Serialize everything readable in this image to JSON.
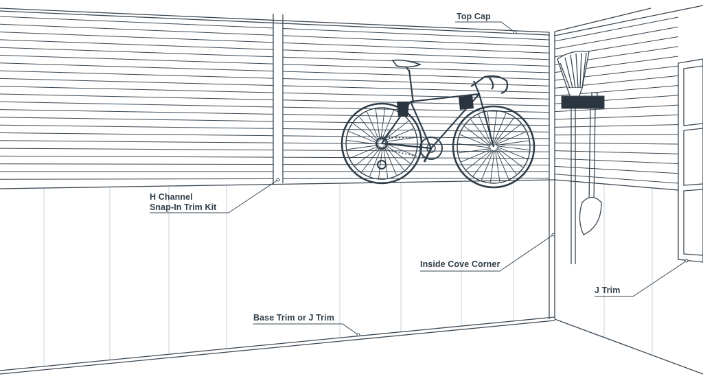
{
  "callouts": {
    "top_cap": "Top Cap",
    "h_channel": [
      "H Channel",
      "Snap-In Trim Kit"
    ],
    "inside_cove_corner": "Inside Cove Corner",
    "j_trim": "J Trim",
    "base_trim": "Base Trim or J Trim"
  },
  "colors": {
    "line": "#3a4752",
    "light_line": "#c9d0d5",
    "fill": "#ffffff",
    "dark_fill": "#2a353f"
  }
}
